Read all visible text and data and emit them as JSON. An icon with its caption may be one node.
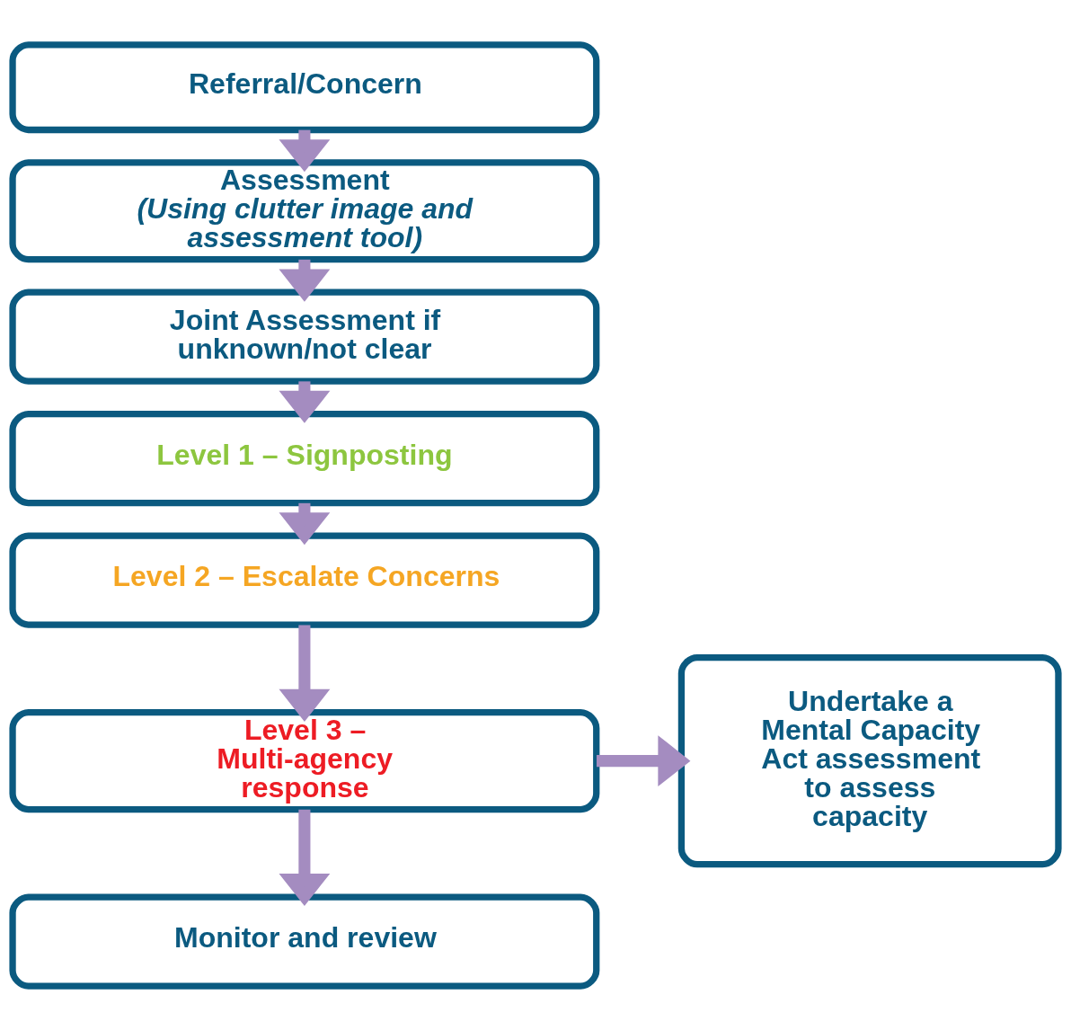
{
  "diagram": {
    "nodes": [
      {
        "text": [
          "Referral/Concern"
        ]
      },
      {
        "text": [
          "Assessment",
          "(Using clutter image and assessment tool)"
        ]
      },
      {
        "text": [
          "Joint Assessment if unknown/not clear"
        ]
      },
      {
        "text": [
          "Level 1 – Signposting"
        ]
      },
      {
        "text": [
          "Level 2 – Escalate Concerns"
        ]
      },
      {
        "text": [
          "Level 3 – Multi-agency response"
        ]
      },
      {
        "text": [
          "Monitor and review"
        ]
      },
      {
        "text": [
          "Undertake a Mental Capacity Act assessment to assess capacity"
        ]
      }
    ],
    "edges": [
      {
        "from": 0,
        "to": 1,
        "arrow": "to"
      },
      {
        "from": 1,
        "to": 2,
        "arrow": "to"
      },
      {
        "from": 2,
        "to": 3,
        "arrow": "to"
      },
      {
        "from": 3,
        "to": 4,
        "arrow": "to"
      },
      {
        "from": 4,
        "to": 5,
        "arrow": "to"
      },
      {
        "from": 5,
        "to": 6,
        "arrow": "to"
      },
      {
        "from": 5,
        "to": 7,
        "arrow": "to"
      }
    ]
  }
}
